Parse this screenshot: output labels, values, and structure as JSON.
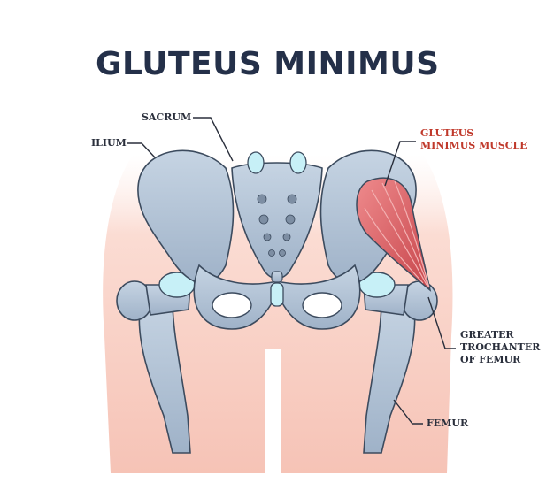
{
  "title": "GLUTEUS MINIMUS",
  "labels": {
    "sacrum": "SACRUM",
    "ilium": "ILIUM",
    "gluteus_minimus_muscle": [
      "GLUTEUS",
      "MINIMUS MUSCLE"
    ],
    "greater_trochanter": [
      "GREATER",
      "TROCHANTER",
      "OF FEMUR"
    ],
    "femur": "FEMUR"
  },
  "colors": {
    "title": "#243049",
    "label": "#2a2f3c",
    "muscle_label": "#c0392b",
    "bone": "#aebfd3",
    "bone_outline": "#3c4b5e",
    "cartilage": "#c7f0f7",
    "muscle": "#d9545a",
    "skin": "#f6c9bd"
  }
}
